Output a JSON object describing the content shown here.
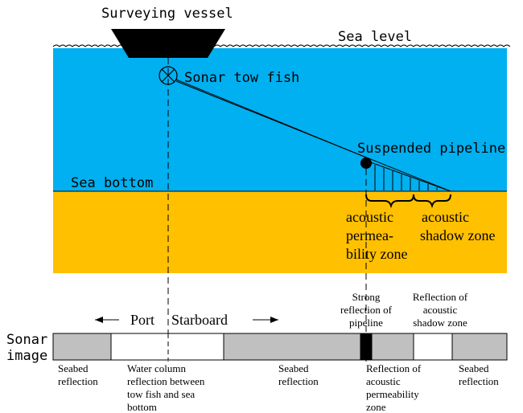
{
  "labels": {
    "vessel": "Surveying vessel",
    "sea_level": "Sea level",
    "tow_fish": "Sonar tow fish",
    "pipeline": "Suspended pipeline",
    "sea_bottom": "Sea bottom",
    "perm_zone": [
      "acoustic",
      "permea-",
      "bility zone"
    ],
    "shadow_zone": [
      "acoustic",
      "shadow zone"
    ],
    "port": "Port",
    "starboard": "Starboard",
    "sonar_image": [
      "Sonar",
      "image"
    ],
    "strong_reflection": [
      "Strong",
      "reflection of",
      "pipeline"
    ],
    "shadow_reflection": [
      "Reflection of",
      "acoustic",
      "shadow zone"
    ],
    "seabed_left": [
      "Seabed",
      "reflection"
    ],
    "water_column": [
      "Water column",
      "reflection between",
      "tow fish and sea",
      "bottom"
    ],
    "seabed_mid": [
      "Seabed",
      "reflection"
    ],
    "perm_reflection": [
      "Reflection of",
      "acoustic",
      "permeability",
      "zone"
    ],
    "seabed_right": [
      "Seabed",
      "reflection"
    ]
  },
  "colors": {
    "water": "#00b0f0",
    "seabed": "#ffc000",
    "vessel": "#000000",
    "strip_gray": "#c0c0c0",
    "strip_white": "#ffffff",
    "pipeline_band": "#000000"
  }
}
